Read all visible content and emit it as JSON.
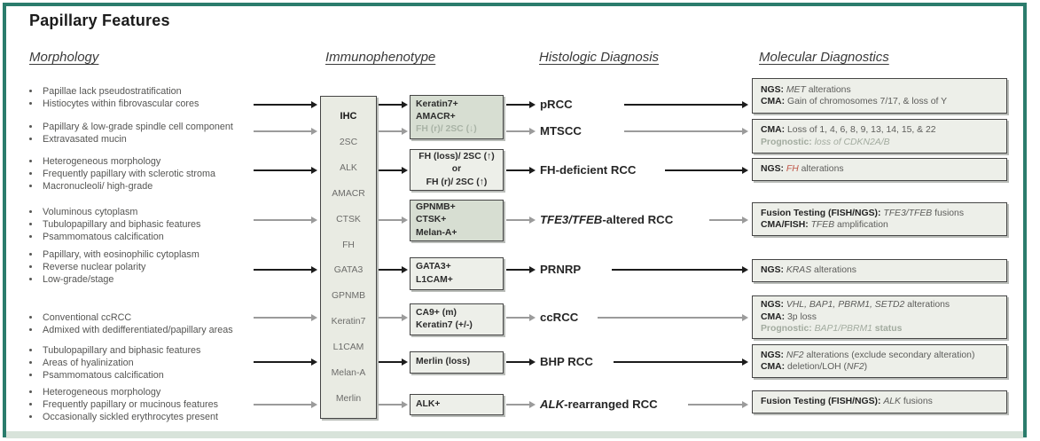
{
  "title": "Papillary Features",
  "column_headers": {
    "morphology": "Morphology",
    "immunophenotype": "Immunophenotype",
    "histologic": "Histologic Diagnosis",
    "molecular": "Molecular Diagnostics"
  },
  "ihc_panel": {
    "label": "IHC",
    "markers": [
      "2SC",
      "ALK",
      "AMACR",
      "CTSK",
      "FH",
      "GATA3",
      "GPNMB",
      "Keratin7",
      "L1CAM",
      "Melan-A",
      "Merlin"
    ]
  },
  "morphology_groups": [
    {
      "arrow": "black",
      "bullets": [
        "Papillae lack pseudostratification",
        "Histiocytes within fibrovascular cores"
      ]
    },
    {
      "arrow": "gray",
      "bullets": [
        "Papillary & low-grade spindle cell component",
        "Extravasated mucin"
      ]
    },
    {
      "arrow": "black",
      "bullets": [
        "Heterogeneous morphology",
        "Frequently papillary with sclerotic stroma",
        "Macronucleoli/ high-grade"
      ]
    },
    {
      "arrow": "gray",
      "bullets": [
        "Voluminous cytoplasm",
        "Tubulopapillary and biphasic features",
        "Psammomatous calcification"
      ]
    },
    {
      "arrow": "black",
      "bullets": [
        "Papillary, with eosinophilic cytoplasm",
        "Reverse nuclear polarity",
        "Low-grade/stage"
      ]
    },
    {
      "arrow": "gray",
      "bullets": [
        "Conventional ccRCC",
        "Admixed with dedifferentiated/papillary areas"
      ]
    },
    {
      "arrow": "black",
      "bullets": [
        "Tubulopapillary and biphasic features",
        "Areas of hyalinization",
        "Psammomatous calcification"
      ]
    },
    {
      "arrow": "gray",
      "bullets": [
        "Heterogeneous morphology",
        "Frequently papillary or mucinous features",
        "Occasionally sickled erythrocytes present"
      ]
    }
  ],
  "immunophenotype_boxes": [
    {
      "emphasis": "green",
      "align": "left",
      "lines": [
        {
          "text": "Keratin7+",
          "muted": false
        },
        {
          "text": "AMACR+",
          "muted": false
        },
        {
          "text": "FH (r)/ 2SC (↓)",
          "muted": true
        }
      ]
    },
    {
      "emphasis": "light",
      "align": "center",
      "lines": [
        {
          "text": "FH (loss)/ 2SC (↑)",
          "muted": false
        },
        {
          "text": "or",
          "muted": false
        },
        {
          "text": "FH (r)/ 2SC (↑)",
          "muted": false
        }
      ]
    },
    {
      "emphasis": "green",
      "align": "left",
      "lines": [
        {
          "text": "GPNMB+",
          "muted": false
        },
        {
          "text": "CTSK+",
          "muted": false
        },
        {
          "text": "Melan-A+",
          "muted": false
        }
      ]
    },
    {
      "emphasis": "light",
      "align": "left",
      "lines": [
        {
          "text": "GATA3+",
          "muted": false
        },
        {
          "text": "L1CAM+",
          "muted": false
        }
      ]
    },
    {
      "emphasis": "light",
      "align": "left",
      "lines": [
        {
          "text": "CA9+ (m)",
          "muted": false
        },
        {
          "text": "Keratin7 (+/-)",
          "muted": false
        }
      ]
    },
    {
      "emphasis": "light",
      "align": "left",
      "lines": [
        {
          "text": "Merlin (loss)",
          "muted": false
        }
      ]
    },
    {
      "emphasis": "light",
      "align": "left",
      "lines": [
        {
          "text": "ALK+",
          "muted": false
        }
      ]
    }
  ],
  "diagnoses": [
    {
      "arrow": "black",
      "segments": [
        {
          "t": "pRCC",
          "s": "n"
        }
      ]
    },
    {
      "arrow": "gray",
      "segments": [
        {
          "t": "MTSCC",
          "s": "n"
        }
      ]
    },
    {
      "arrow": "black",
      "segments": [
        {
          "t": "FH-deficient RCC",
          "s": "n"
        }
      ]
    },
    {
      "arrow": "gray",
      "segments": [
        {
          "t": "TFE3/TFEB",
          "s": "i"
        },
        {
          "t": "-altered RCC",
          "s": "n"
        }
      ]
    },
    {
      "arrow": "black",
      "segments": [
        {
          "t": "PRNRP",
          "s": "n"
        }
      ]
    },
    {
      "arrow": "gray",
      "segments": [
        {
          "t": "ccRCC",
          "s": "n"
        }
      ]
    },
    {
      "arrow": "black",
      "segments": [
        {
          "t": "BHP RCC",
          "s": "n"
        }
      ]
    },
    {
      "arrow": "gray",
      "segments": [
        {
          "t": "ALK",
          "s": "i"
        },
        {
          "t": "-rearranged RCC",
          "s": "n"
        }
      ]
    }
  ],
  "molecular_boxes": [
    {
      "lines": [
        [
          {
            "t": "NGS:",
            "s": "b"
          },
          {
            "t": " ",
            "s": "n"
          },
          {
            "t": "MET",
            "s": "i"
          },
          {
            "t": " alterations",
            "s": "n"
          }
        ],
        [
          {
            "t": "CMA:",
            "s": "b"
          },
          {
            "t": " Gain of chromosomes 7/17, & loss of Y",
            "s": "n"
          }
        ]
      ]
    },
    {
      "lines": [
        [
          {
            "t": "CMA:",
            "s": "b"
          },
          {
            "t": " Loss of 1, 4, 6, 8, 9, 13, 14, 15, & 22",
            "s": "n"
          }
        ],
        [
          {
            "t": "Prognostic:",
            "s": "bg"
          },
          {
            "t": " ",
            "s": "ig"
          },
          {
            "t": "loss of CDKN2A/B",
            "s": "ig"
          }
        ]
      ]
    },
    {
      "lines": [
        [
          {
            "t": "NGS:",
            "s": "b"
          },
          {
            "t": " ",
            "s": "n"
          },
          {
            "t": "FH",
            "s": "ir"
          },
          {
            "t": " alterations",
            "s": "n"
          }
        ]
      ]
    },
    {
      "lines": [
        [
          {
            "t": "Fusion Testing (FISH/NGS):",
            "s": "b"
          },
          {
            "t": " ",
            "s": "n"
          },
          {
            "t": "TFE3/TFEB",
            "s": "i"
          },
          {
            "t": " fusions",
            "s": "n"
          }
        ],
        [
          {
            "t": "CMA/FISH:",
            "s": "b"
          },
          {
            "t": " ",
            "s": "n"
          },
          {
            "t": "TFEB",
            "s": "i"
          },
          {
            "t": " amplification",
            "s": "n"
          }
        ]
      ]
    },
    {
      "lines": [
        [
          {
            "t": "NGS:",
            "s": "b"
          },
          {
            "t": " ",
            "s": "n"
          },
          {
            "t": "KRAS",
            "s": "i"
          },
          {
            "t": " alterations",
            "s": "n"
          }
        ]
      ]
    },
    {
      "lines": [
        [
          {
            "t": "NGS:",
            "s": "b"
          },
          {
            "t": " ",
            "s": "n"
          },
          {
            "t": "VHL, BAP1, PBRM1, SETD2",
            "s": "i"
          },
          {
            "t": " alterations",
            "s": "n"
          }
        ],
        [
          {
            "t": "CMA:",
            "s": "b"
          },
          {
            "t": " 3p loss",
            "s": "n"
          }
        ],
        [
          {
            "t": "Prognostic:",
            "s": "bg"
          },
          {
            "t": " ",
            "s": "ig"
          },
          {
            "t": "BAP1/PBRM1",
            "s": "ig"
          },
          {
            "t": " status",
            "s": "bg_plain"
          }
        ]
      ]
    },
    {
      "lines": [
        [
          {
            "t": "NGS:",
            "s": "b"
          },
          {
            "t": " ",
            "s": "n"
          },
          {
            "t": "NF2",
            "s": "i"
          },
          {
            "t": " alterations (exclude secondary alteration)",
            "s": "n"
          }
        ],
        [
          {
            "t": "CMA:",
            "s": "b"
          },
          {
            "t": " deletion/LOH (",
            "s": "n"
          },
          {
            "t": "NF2",
            "s": "i"
          },
          {
            "t": ")",
            "s": "n"
          }
        ]
      ]
    },
    {
      "lines": [
        [
          {
            "t": "Fusion Testing (FISH/NGS):",
            "s": "b"
          },
          {
            "t": " ",
            "s": "n"
          },
          {
            "t": "ALK",
            "s": "i"
          },
          {
            "t": " fusions",
            "s": "n"
          }
        ]
      ]
    }
  ],
  "colors": {
    "frame_teal": "#2b7c6c",
    "green_box_fill": "#d7ded2",
    "light_box_fill": "#edefe9",
    "arrow_black": "#1c1c1c",
    "arrow_gray": "#9b9b9b",
    "gene_red": "#c0584a"
  }
}
